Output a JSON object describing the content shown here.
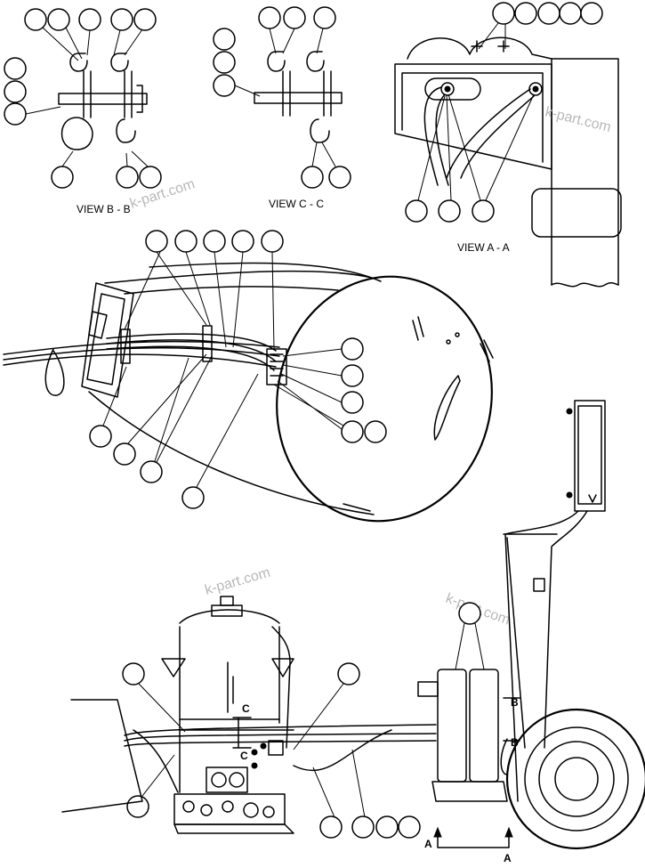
{
  "views": {
    "view_b": "VIEW B - B",
    "view_c": "VIEW C - C",
    "view_a": "VIEW A - A"
  },
  "section_markers": {
    "b": "B",
    "c": "C",
    "a": "A"
  },
  "watermark": "k-part.com",
  "colors": {
    "line": "#000000",
    "background": "#ffffff",
    "watermark": "#b8b8b8"
  }
}
